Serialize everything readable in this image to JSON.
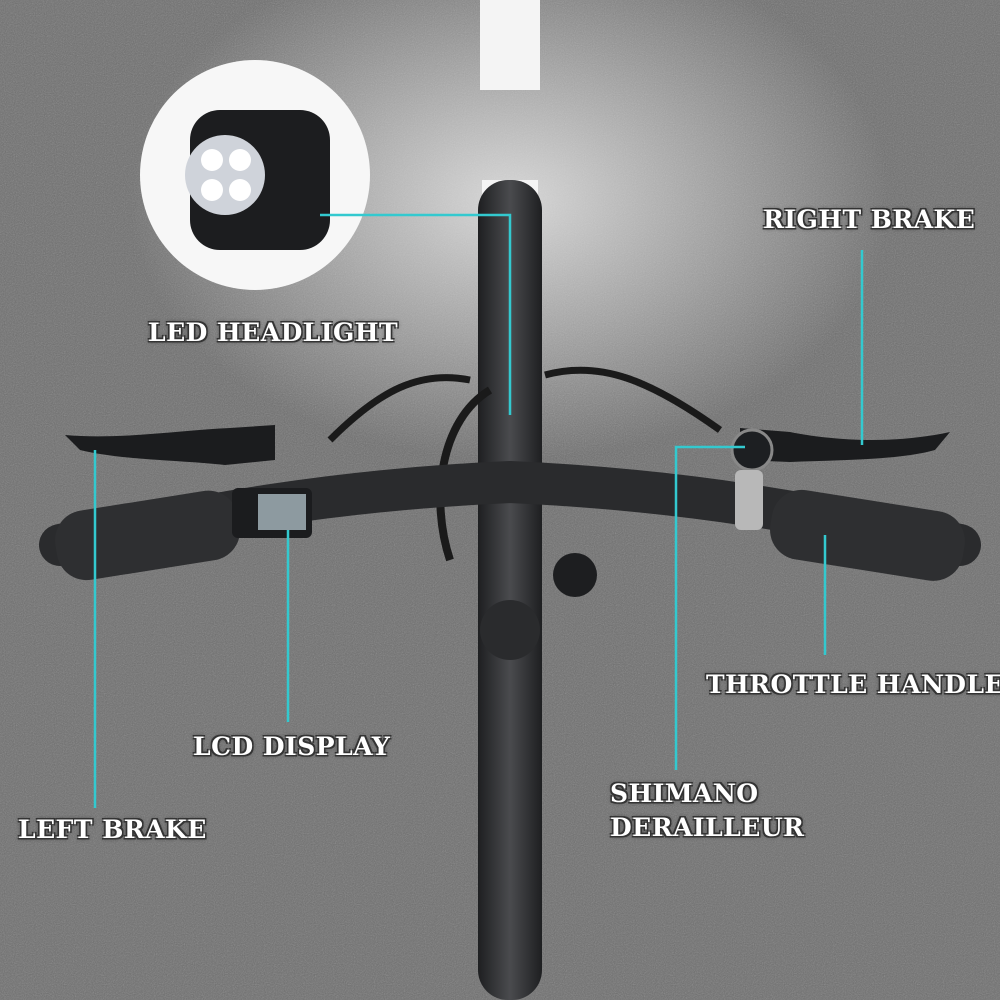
{
  "callouts": {
    "led_headlight": "LED HEADLIGHT",
    "right_brake": "RIGHT BRAKE",
    "throttle_handle": "THROTTLE HANDLE",
    "lcd_display": "LCD DISPLAY",
    "shimano_line1": "SHIMANO",
    "shimano_line2": "DERAILLEUR",
    "left_brake": "LEFT BRAKE"
  },
  "colors": {
    "callout_line": "#33c9cf",
    "asphalt": "#6e6e6e",
    "handlebar": "#2a2b2d",
    "label_text": "#ffffff"
  }
}
